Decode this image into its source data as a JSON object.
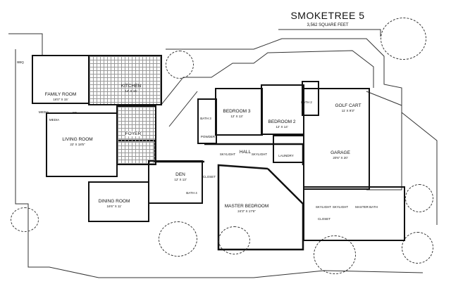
{
  "header": {
    "title": "SMOKETREE 5",
    "subtitle": "3,562 SQUARE FEET"
  },
  "rooms": {
    "family_room": {
      "name": "FAMILY ROOM",
      "dims": "16'0\" X 15'"
    },
    "kitchen": {
      "name": "KITCHEN",
      "dims": "14' X 15'"
    },
    "living_room": {
      "name": "LIVING ROOM",
      "dims": "22' X 18'5\""
    },
    "foyer": {
      "name": "FOYER"
    },
    "dining_room": {
      "name": "DINING ROOM",
      "dims": "16'6\" X 11'"
    },
    "den": {
      "name": "DEN",
      "dims": "12' X 13'"
    },
    "bath4": {
      "name": "BATH 4"
    },
    "den_closet": {
      "name": "CLOSET"
    },
    "bath3": {
      "name": "BATH 3"
    },
    "powder": {
      "name": "POWDER"
    },
    "bedroom3": {
      "name": "BEDROOM 3",
      "dims": "12' X 13'"
    },
    "bedroom2": {
      "name": "BEDROOM 2",
      "dims": "12' X 14'"
    },
    "bath2": {
      "name": "BATH 2"
    },
    "hall": {
      "name": "HALL"
    },
    "laundry": {
      "name": "LAUNDRY"
    },
    "golf_cart": {
      "name": "GOLF CART",
      "dims": "11' X 9'3\""
    },
    "garage": {
      "name": "GARAGE",
      "dims": "20'6\" X 20'"
    },
    "master_bedroom": {
      "name": "MASTER BEDROOM",
      "dims": "24'3\" X 17'6\""
    },
    "master_bath": {
      "name": "MASTER BATH"
    },
    "master_closet": {
      "name": "CLOSET"
    }
  },
  "labels": {
    "media": "MEDIA",
    "bbq": "BBQ",
    "skylight": "SKYLIGHT",
    "fp": "FP"
  }
}
